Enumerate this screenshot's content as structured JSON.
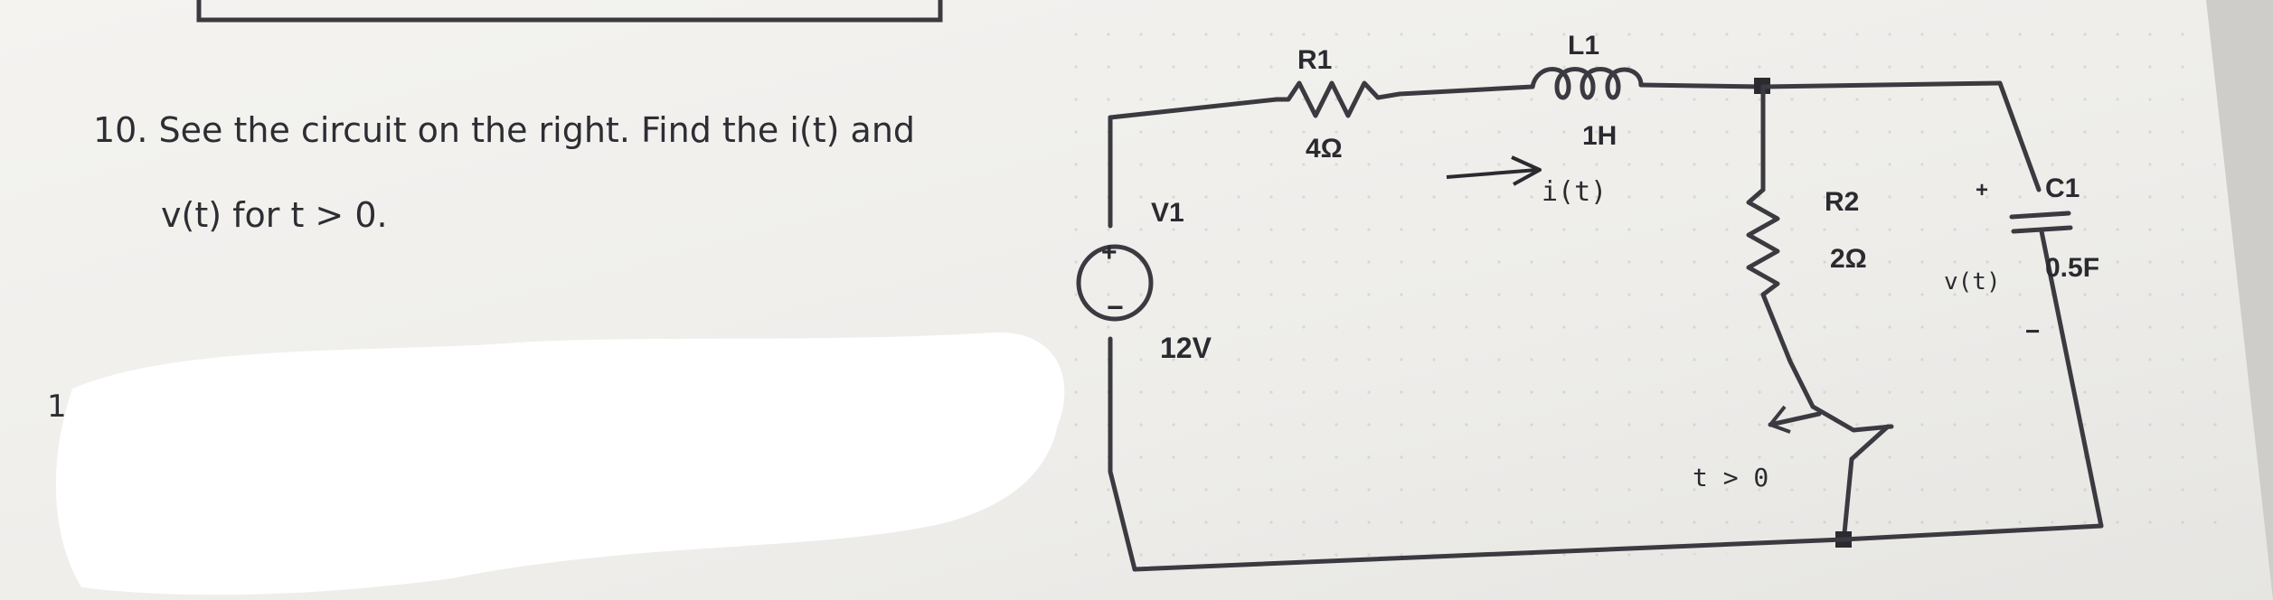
{
  "problem": {
    "number": "10.",
    "line1": "See the circuit on the right. Find the i(t) and",
    "line2": "v(t) for t > 0."
  },
  "margin_number": "1",
  "circuit": {
    "source": {
      "name": "V1",
      "value": "12V",
      "plus": "+",
      "minus": "−"
    },
    "r1": {
      "name": "R1",
      "value": "4Ω"
    },
    "l1": {
      "name": "L1",
      "value": "1H"
    },
    "current_label": "i(t)",
    "r2": {
      "name": "R2",
      "value": "2Ω"
    },
    "c1": {
      "name": "C1",
      "value": "0.5F",
      "plus": "+",
      "minus": "−"
    },
    "voltage_label": "v(t)",
    "switch_label": "t > 0"
  },
  "colors": {
    "paper": "#f1f0ed",
    "ink": "#2a2a30",
    "shadow": "#cfcdca"
  }
}
